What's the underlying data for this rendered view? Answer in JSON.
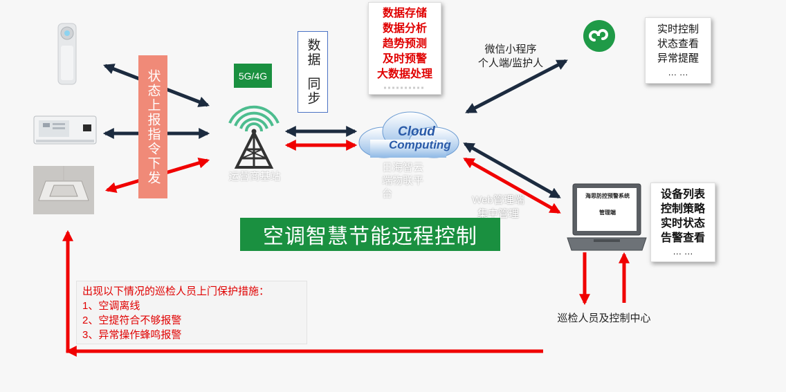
{
  "labels": {
    "status_cmd": "状态上报指令下发",
    "sync_1": "数据",
    "sync_2": "同步",
    "network": "5G/4G",
    "base_station": "运营商基站",
    "cloud_word_1": "Cloud",
    "cloud_word_2": "Computing",
    "cloud_platform": "日海智云端物联平台",
    "wechat_1": "微信小程序",
    "wechat_2": "个人端/监护人",
    "web_1": "Web管理端",
    "web_2": "集中管理",
    "laptop_screen_1": "海思防控预警系统",
    "laptop_screen_2": "管理端",
    "inspector": "巡检人员及控制中心",
    "title": "空调智慧节能远程控制",
    "cloud_functions": [
      "数据存储",
      "数据分析",
      "趋势预测",
      "及时预警",
      "大数据处理"
    ],
    "mobile_functions": [
      "实时控制",
      "状态查看",
      "异常提醒",
      "… …"
    ],
    "web_functions": [
      "设备列表",
      "控制策略",
      "实时状态",
      "告警查看",
      "… …"
    ],
    "notes": {
      "header": "出现以下情况的巡检人员上门保护措施：",
      "items": [
        "1、空调离线",
        "2、空提符合不够报警",
        "3、异常操作蜂鸣报警"
      ]
    }
  },
  "colors": {
    "dark_arrow": "#1c2b3f",
    "red_arrow": "#f00000",
    "status_box": "#f08a78",
    "green": "#1a9040",
    "title_text": "#ffffff",
    "cloud_text": "#e00000"
  }
}
